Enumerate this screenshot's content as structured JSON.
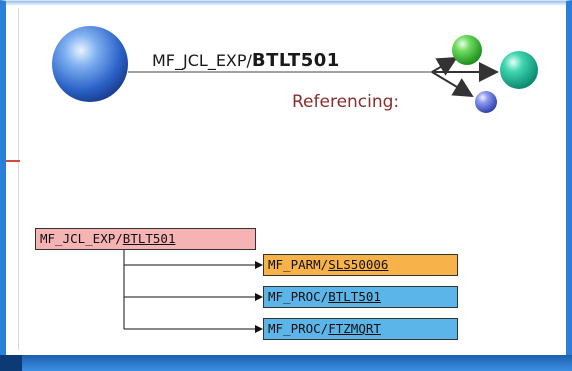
{
  "top_diagram": {
    "source_prefix": "MF_JCL_EXP/",
    "source_name": "BTLT501",
    "relation_label": "Referencing:"
  },
  "tree": {
    "root": {
      "prefix": "MF_JCL_EXP/",
      "name": "BTLT501",
      "color": "#f6b3b3"
    },
    "children": [
      {
        "prefix": "MF_PARM/",
        "name": "SLS50006",
        "color": "#f8b24a"
      },
      {
        "prefix": "MF_PROC/",
        "name": "BTLT501",
        "color": "#5cb5e8"
      },
      {
        "prefix": "MF_PROC/",
        "name": "FTZMQRT",
        "color": "#5cb5e8"
      }
    ]
  },
  "colors": {
    "frame": "#2c7fd6",
    "sphere_main": "#2f6fd0",
    "sphere_green": "#3fc43f",
    "sphere_teal": "#19b89a",
    "sphere_small_blue": "#5a6fd8"
  }
}
